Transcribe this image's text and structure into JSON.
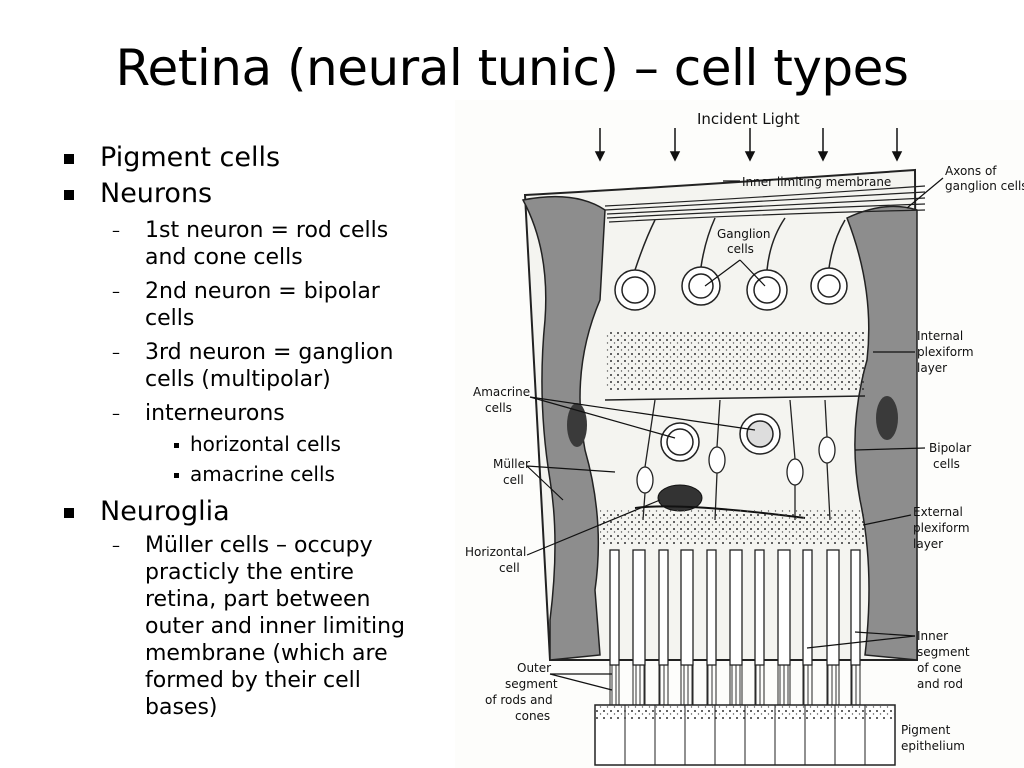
{
  "slide": {
    "title": "Retina (neural tunic) – cell types"
  },
  "bullets": {
    "pigment": "Pigment cells",
    "neurons": "Neurons",
    "neuron1_a": "1st neuron = rod cells",
    "neuron1_b": "and cone cells",
    "neuron2_a": "2nd neuron = bipolar",
    "neuron2_b": "cells",
    "neuron3_a": "3rd neuron = ganglion",
    "neuron3_b": "cells (multipolar)",
    "interneurons": "interneurons",
    "horizontal": "horizontal cells",
    "amacrine": "amacrine cells",
    "neuroglia": "Neuroglia",
    "muller": [
      "Müller cells – occupy",
      "practicly the entire",
      "retina, part between",
      "outer and inner limiting",
      "membrane (which are",
      "formed by their cell",
      "bases)"
    ]
  },
  "figure": {
    "incident": "Incident Light",
    "ilm": "Inner limiting membrane",
    "axons": [
      "Axons of",
      "ganglion cells"
    ],
    "ganglion": [
      "Ganglion",
      "cells"
    ],
    "internal_plex": [
      "Internal",
      "plexiform",
      "layer"
    ],
    "amacrine": [
      "Amacrine",
      "cells"
    ],
    "bipolar": [
      "Bipolar",
      "cells"
    ],
    "muller": [
      "Müller",
      "cell"
    ],
    "external_plex": [
      "External",
      "plexiform",
      "layer"
    ],
    "horizontal": [
      "Horizontal",
      "cell"
    ],
    "inner_seg": [
      "Inner",
      "segment",
      "of cone",
      "and rod"
    ],
    "outer_seg": [
      "Outer",
      "segment",
      "of rods and",
      "cones"
    ],
    "pigment_epi": [
      "Pigment",
      "epithelium"
    ]
  }
}
